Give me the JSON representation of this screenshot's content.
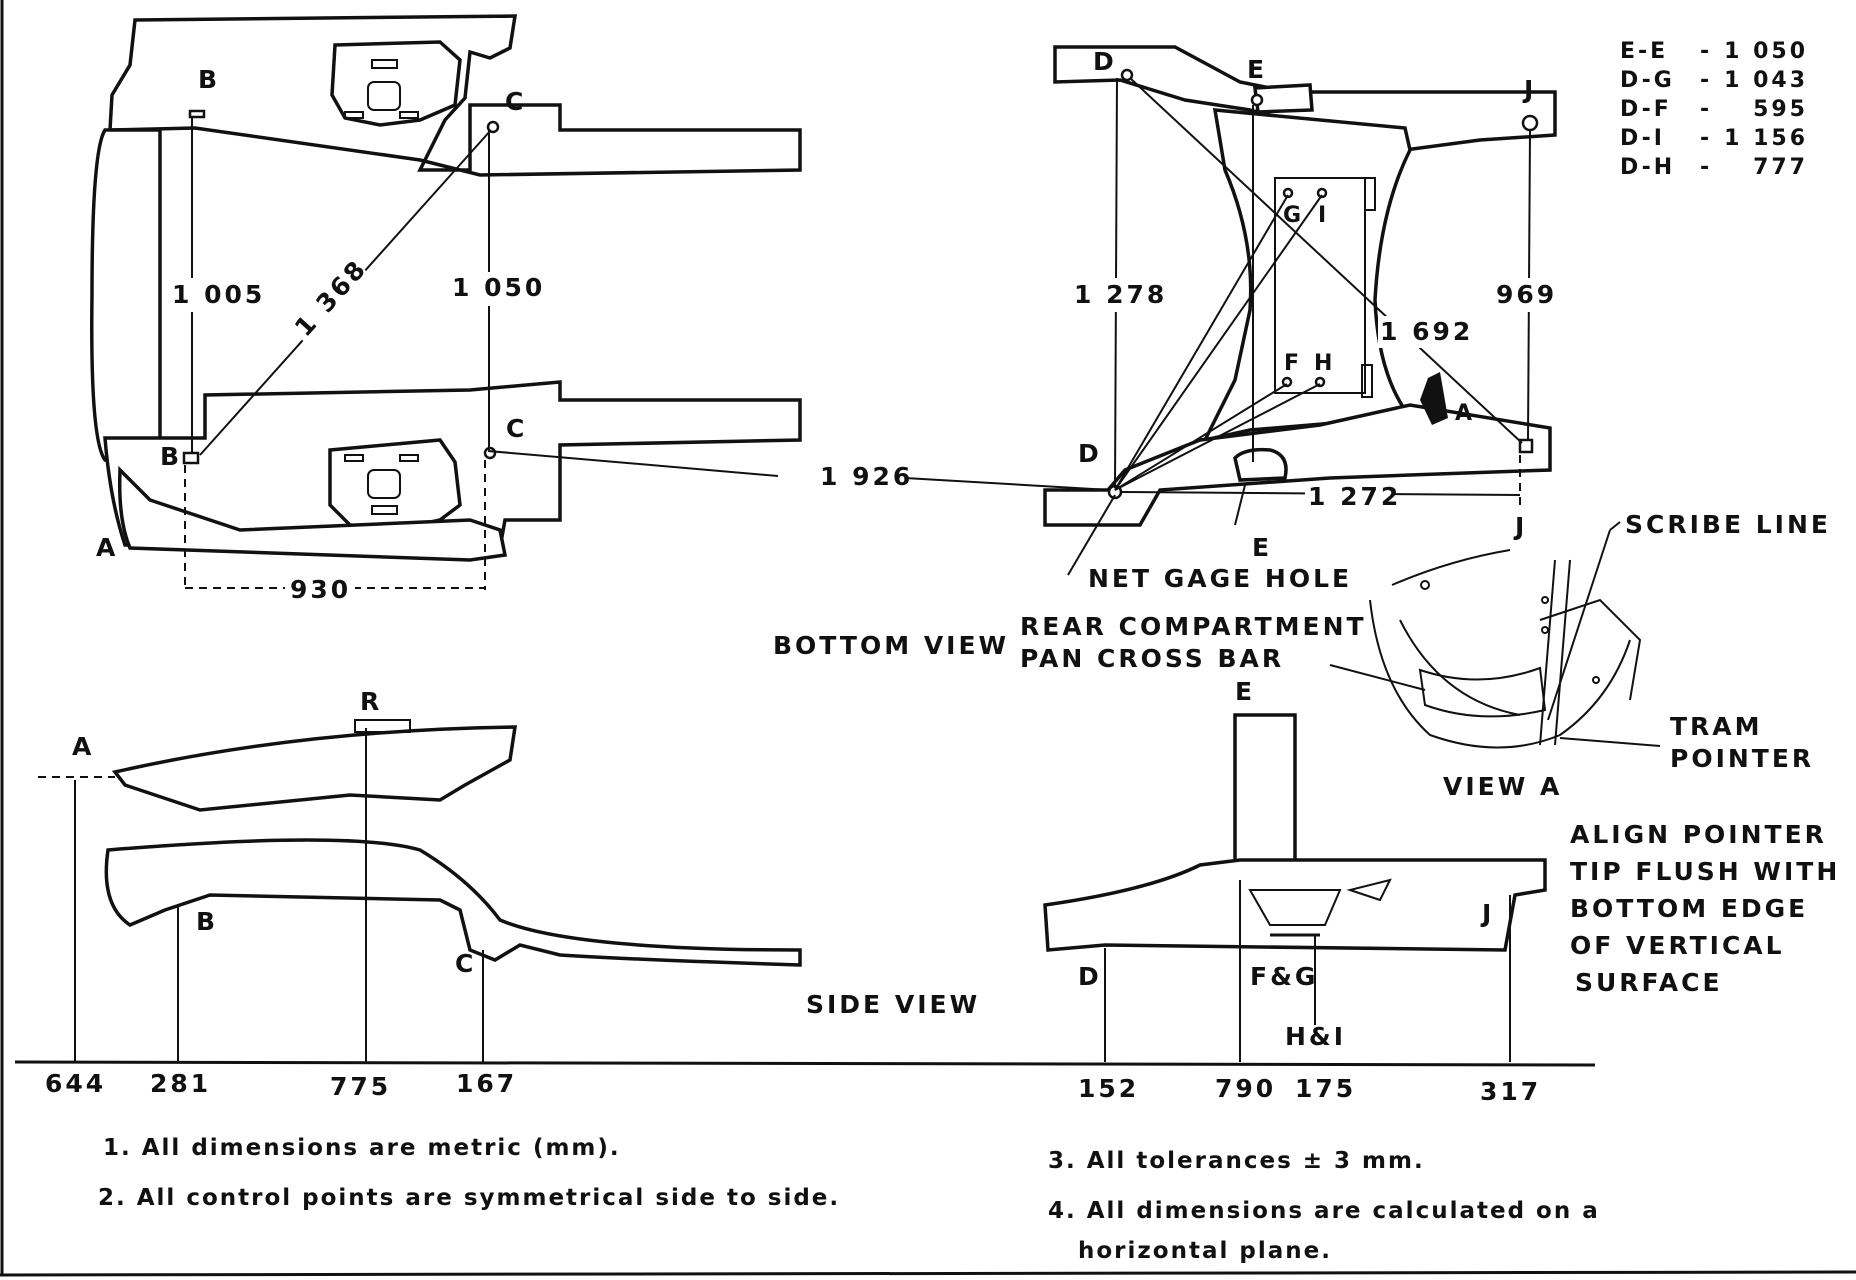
{
  "dimensions_table": [
    {
      "pair": "E-E",
      "sep": "-",
      "value": "1 050"
    },
    {
      "pair": "D-G",
      "sep": "-",
      "value": "1 043"
    },
    {
      "pair": "D-F",
      "sep": "-",
      "value": "595"
    },
    {
      "pair": "D-I",
      "sep": "-",
      "value": "1 156"
    },
    {
      "pair": "D-H",
      "sep": "-",
      "value": "777"
    }
  ],
  "bottom_left": {
    "points": {
      "a": "A",
      "b_top": "B",
      "b_bottom": "B",
      "c_top": "C",
      "c_bottom": "C"
    },
    "dims": {
      "bb": "1 005",
      "diag": "1 368",
      "cc": "1 050",
      "bc": "930"
    }
  },
  "bottom_right": {
    "points": {
      "d_top": "D",
      "d_bottom": "D",
      "e_top": "E",
      "e_bottom": "E",
      "j_top": "J",
      "j_bottom": "J",
      "g": "G",
      "i": "I",
      "f": "F",
      "h": "H"
    },
    "dims": {
      "dd": "1 278",
      "diag": "1 692",
      "jj": "969",
      "dj": "1 272",
      "cross": "1 926"
    },
    "view_a_marker": "A"
  },
  "labels": {
    "net_gage_hole": "NET GAGE HOLE",
    "bottom_view": "BOTTOM VIEW",
    "rear_compartment_1": "REAR COMPARTMENT",
    "rear_compartment_2": "PAN CROSS BAR",
    "scribe_line": "SCRIBE LINE",
    "tram_1": "TRAM",
    "tram_2": "POINTER",
    "view_a": "VIEW A",
    "side_view": "SIDE VIEW",
    "align": [
      "ALIGN POINTER",
      "TIP FLUSH WITH",
      "BOTTOM EDGE",
      "OF VERTICAL",
      "SURFACE"
    ]
  },
  "side_left": {
    "points": {
      "a": "A",
      "r": "R",
      "b": "B",
      "c": "C"
    },
    "heights": [
      "644",
      "281",
      "775",
      "167"
    ]
  },
  "side_right": {
    "points": {
      "e": "E",
      "j": "J",
      "d": "D",
      "fg": "F&G",
      "hi": "H&I"
    },
    "heights": [
      "152",
      "790",
      "175",
      "317"
    ]
  },
  "notes": [
    "1. All dimensions are metric (mm).",
    "2. All control points are symmetrical side to side.",
    "3. All tolerances ± 3 mm.",
    "4. All dimensions are calculated on a",
    "horizontal plane."
  ]
}
